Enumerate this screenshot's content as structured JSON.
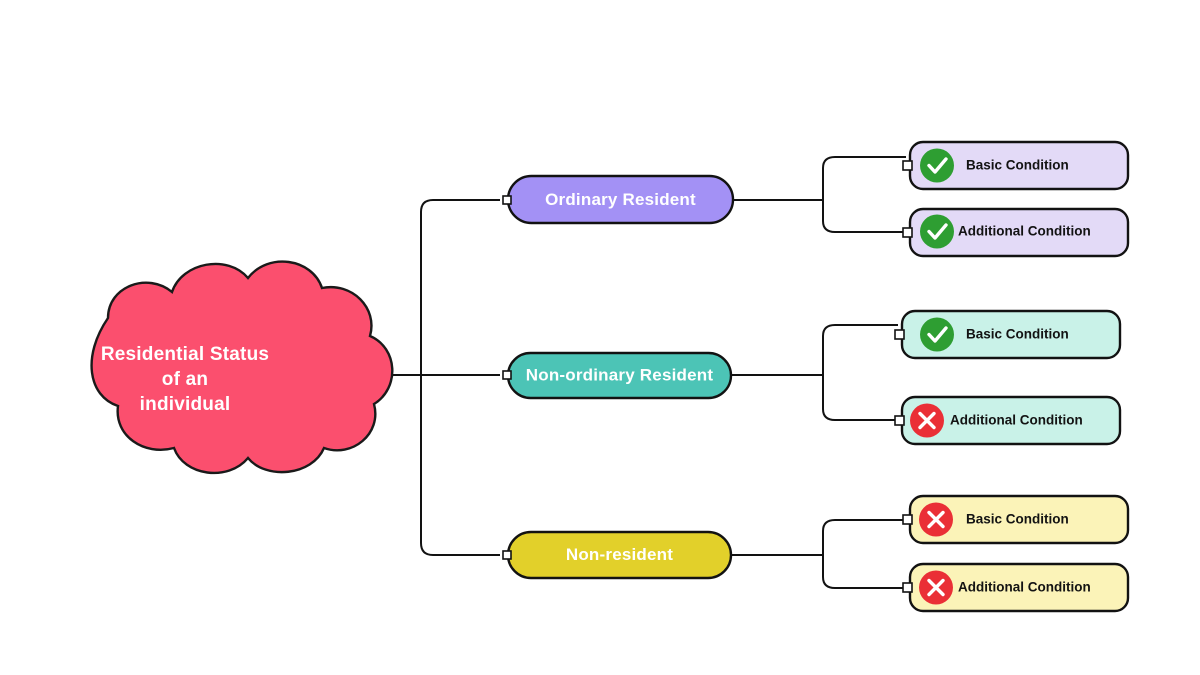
{
  "diagram": {
    "type": "mind-map",
    "title": "Residential Status of an individual",
    "background_color": "#ffffff",
    "edge_color": "#121212",
    "root": {
      "id": "root",
      "shape": "cloud",
      "fill": "#fb4f6e",
      "text_color": "#ffffff",
      "lines": [
        "Residential Status",
        "of an",
        "individual"
      ]
    },
    "branches": [
      {
        "id": "ordinary-resident",
        "label": "Ordinary Resident",
        "fill": "#a391f5",
        "text_color": "#ffffff",
        "children": [
          {
            "id": "or-basic",
            "label": "Basic Condition",
            "fill": "#e3daf7",
            "status": "satisfied",
            "icon": "check-circle-icon",
            "icon_color": "#2e9e32"
          },
          {
            "id": "or-additional",
            "label": "Additional Condition",
            "fill": "#e3daf7",
            "status": "satisfied",
            "icon": "check-circle-icon",
            "icon_color": "#2e9e32"
          }
        ]
      },
      {
        "id": "non-ordinary-resident",
        "label": "Non-ordinary Resident",
        "fill": "#4cc4b6",
        "text_color": "#ffffff",
        "children": [
          {
            "id": "nor-basic",
            "label": "Basic Condition",
            "fill": "#c9f2e8",
            "status": "satisfied",
            "icon": "check-circle-icon",
            "icon_color": "#2e9e32"
          },
          {
            "id": "nor-additional",
            "label": "Additional Condition",
            "fill": "#c9f2e8",
            "status": "not-satisfied",
            "icon": "cross-circle-icon",
            "icon_color": "#ea2f36"
          }
        ]
      },
      {
        "id": "non-resident",
        "label": "Non-resident",
        "fill": "#e2d02a",
        "text_color": "#ffffff",
        "children": [
          {
            "id": "nr-basic",
            "label": "Basic Condition",
            "fill": "#fbf3b8",
            "status": "not-satisfied",
            "icon": "cross-circle-icon",
            "icon_color": "#ea2f36"
          },
          {
            "id": "nr-additional",
            "label": "Additional Condition",
            "fill": "#fbf3b8",
            "status": "not-satisfied",
            "icon": "cross-circle-icon",
            "icon_color": "#ea2f36"
          }
        ]
      }
    ]
  }
}
